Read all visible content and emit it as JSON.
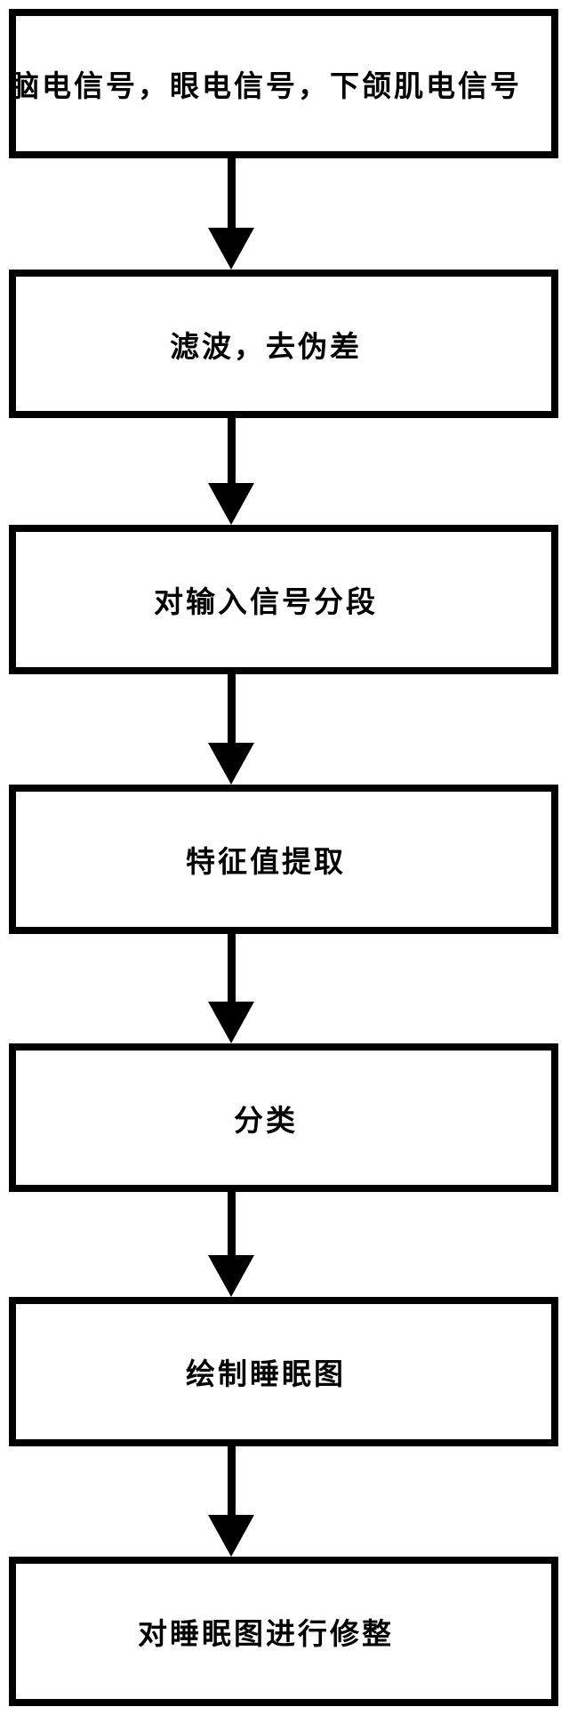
{
  "flowchart": {
    "type": "flowchart",
    "direction": "top-down",
    "colors": {
      "background": "#ffffff",
      "box_border": "#000000",
      "text": "#000000",
      "arrow": "#000000"
    },
    "steps": [
      {
        "label": "脑电信号，眼电信号，下颌肌电信号"
      },
      {
        "label": "滤波，去伪差"
      },
      {
        "label": "对输入信号分段"
      },
      {
        "label": "特征值提取"
      },
      {
        "label": "分类"
      },
      {
        "label": "绘制睡眠图"
      },
      {
        "label": "对睡眠图进行修整"
      }
    ]
  }
}
